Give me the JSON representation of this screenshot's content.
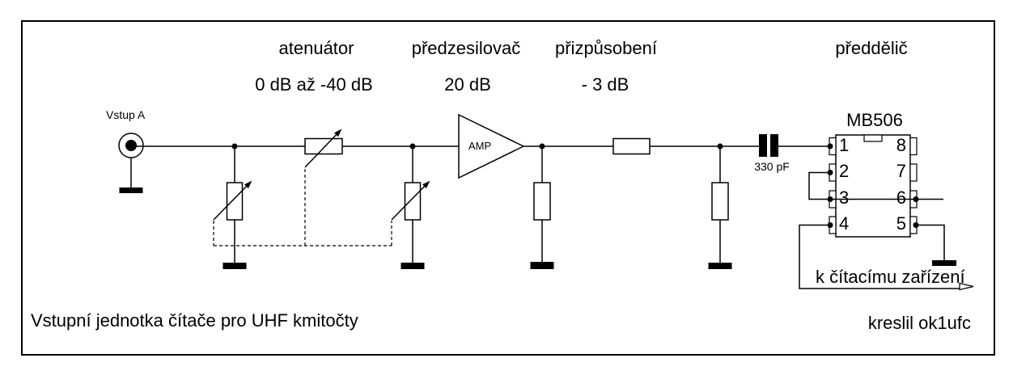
{
  "diagram": {
    "title": "Vstupní jednotka čítače pro UHF kmitočty",
    "credit": "kreslil ok1ufc"
  },
  "input": {
    "label": "Vstup A"
  },
  "stages": {
    "attenuator": {
      "label": "atenuátor",
      "range": "0 dB až -40 dB"
    },
    "preamp": {
      "label": "předzesilovač",
      "gain": "20 dB",
      "symbol": "AMP"
    },
    "matching": {
      "label": "přizpůsobení",
      "loss": "- 3 dB"
    },
    "prescaler": {
      "label": "předdělič"
    }
  },
  "coupling_capacitor": {
    "value": "330 pF"
  },
  "chip": {
    "name": "MB506",
    "pins_left": [
      "1",
      "2",
      "3",
      "4"
    ],
    "pins_right": [
      "8",
      "7",
      "6",
      "5"
    ]
  },
  "output": {
    "label": "k čítacímu zařízení"
  },
  "colors": {
    "ink": "#000000",
    "paper": "#ffffff"
  }
}
